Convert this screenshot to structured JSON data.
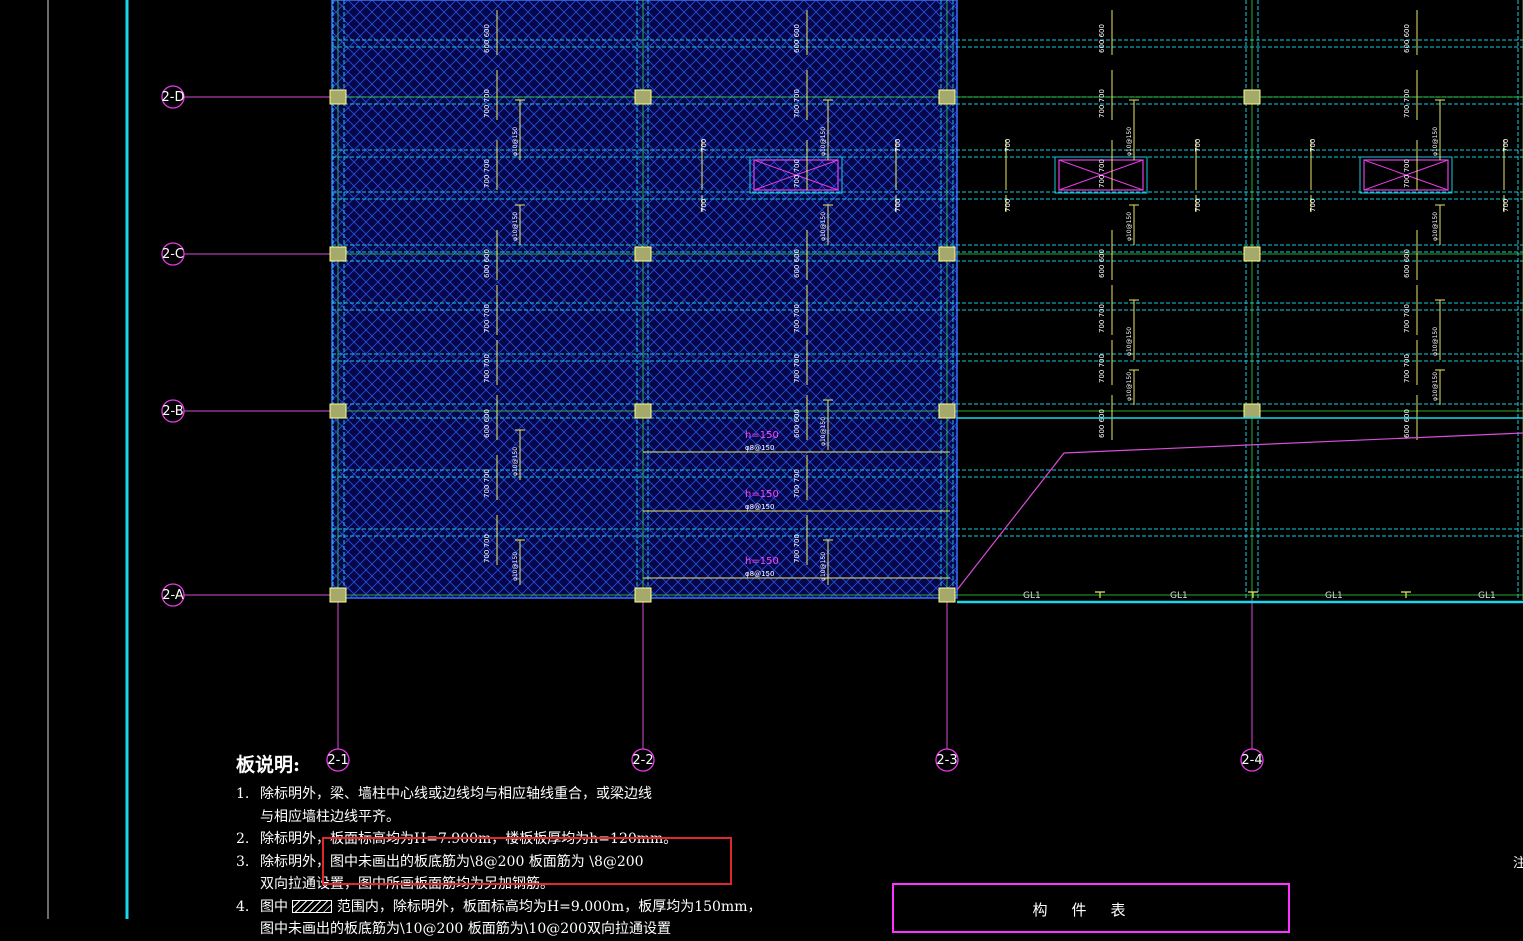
{
  "drawing": {
    "row_axes": [
      "2-D",
      "2-C",
      "2-B",
      "2-A"
    ],
    "col_axes": [
      "2-1",
      "2-2",
      "2-3",
      "2-4"
    ],
    "h_labels": [
      "h=150",
      "h=150",
      "h=150"
    ],
    "h_rebar": [
      "φ8@150",
      "φ8@150",
      "φ8@150"
    ],
    "gl_labels": [
      "GL1",
      "GL1",
      "GL1",
      "GL1"
    ],
    "dims_600": "600 600",
    "dims_700": "700 700",
    "dim_700": "700",
    "rebar_label": "φ10@150"
  },
  "notes": {
    "title": "板说明:",
    "items": [
      {
        "num": "1.",
        "lines": [
          "除标明外，梁、墙柱中心线或边线均与相应轴线重合，或梁边线",
          "与相应墙柱边线平齐。"
        ]
      },
      {
        "num": "2.",
        "lines": [
          "除标明外，板面标高均为H=7.900m，楼板板厚均为h=120mm。"
        ]
      },
      {
        "num": "3.",
        "lines": [
          "除标明外，图中未画出的板底筋为\\8@200 板面筋为 \\8@200",
          "双向拉通设置，图中所画板面筋均为另加钢筋。"
        ]
      },
      {
        "num": "4.",
        "prefix": "图中",
        "suffix": "范围内，除标明外，板面标高均为H=9.000m，板厚均为150mm，",
        "lines": [
          "图中未画出的板底筋为\\10@200 板面筋为\\10@200双向拉通设置"
        ]
      }
    ]
  },
  "component_table": {
    "title": "构件表"
  },
  "edge_text": "注"
}
